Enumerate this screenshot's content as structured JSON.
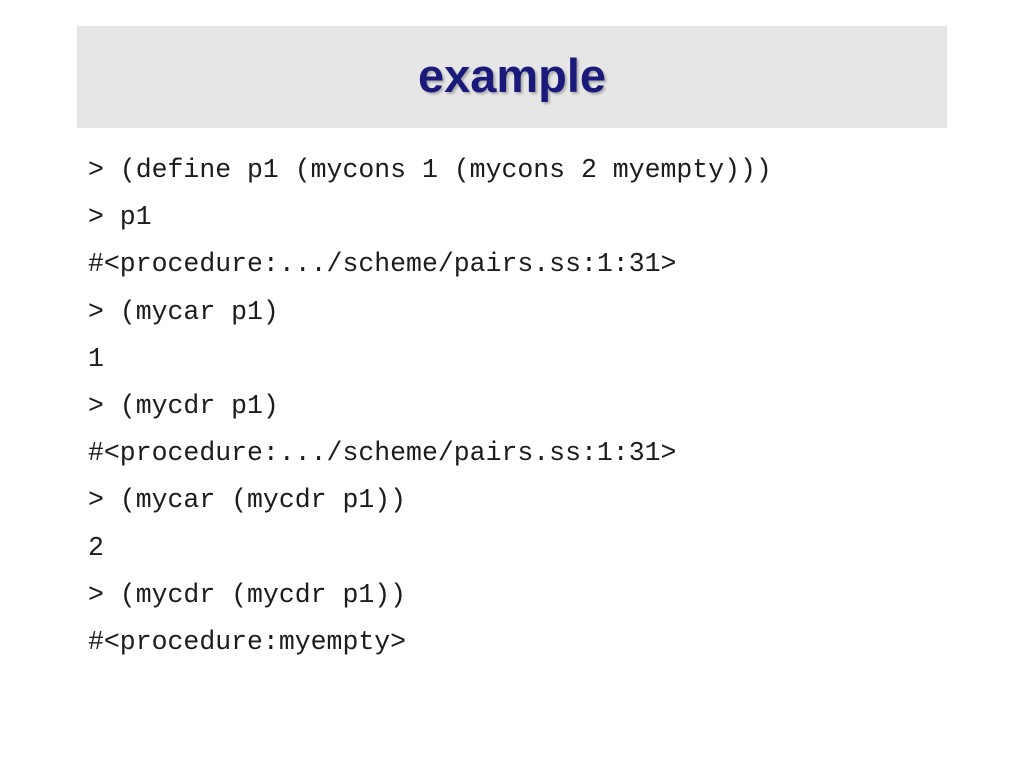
{
  "slide": {
    "title": "example",
    "lines": [
      "> (define p1 (mycons 1 (mycons 2 myempty)))",
      "> p1",
      "#<procedure:.../scheme/pairs.ss:1:31>",
      "> (mycar p1)",
      "1",
      "> (mycdr p1)",
      "#<procedure:.../scheme/pairs.ss:1:31>",
      "> (mycar (mycdr p1))",
      "2",
      "> (mycdr (mycdr p1))",
      "#<procedure:myempty>"
    ]
  },
  "colors": {
    "title_text": "#1a1a7a",
    "title_band": "#e6e6e6",
    "code_text": "#1c1c1c",
    "background": "#ffffff"
  }
}
